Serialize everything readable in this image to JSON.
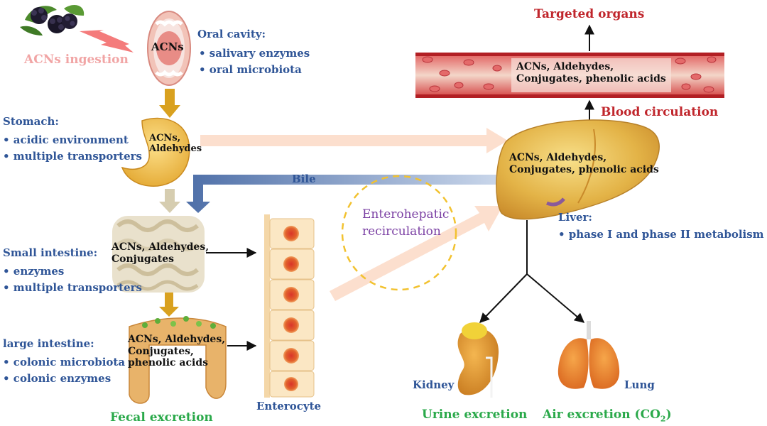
{
  "ingestion": {
    "label": "ACNs ingestion"
  },
  "oral": {
    "mouth_label": "ACNs",
    "title": "Oral cavity:",
    "items": [
      "• salivary enzymes",
      "• oral microbiota"
    ]
  },
  "stomach": {
    "title": "Stomach:",
    "items": [
      "• acidic environment",
      "• multiple transporters"
    ],
    "content": [
      "ACNs,",
      "Aldehydes"
    ]
  },
  "bile": {
    "label": "Bile"
  },
  "small_intestine": {
    "title": "Small intestine:",
    "items": [
      "• enzymes",
      "• multiple transporters"
    ],
    "content": [
      "ACNs, Aldehydes,",
      "Conjugates"
    ]
  },
  "large_intestine": {
    "title": "large intestine:",
    "items": [
      "• colonic microbiota",
      "• colonic enzymes"
    ],
    "content": [
      "ACNs, Aldehydes,",
      "Conjugates,",
      "phenolic acids"
    ]
  },
  "fecal": {
    "label": "Fecal excretion"
  },
  "enterocyte": {
    "label": "Enterocyte"
  },
  "enterohepatic": {
    "line1": "Enterohepatic",
    "line2": "recirculation"
  },
  "liver": {
    "content": [
      "ACNs, Aldehydes,",
      "Conjugates, phenolic acids"
    ],
    "title": "Liver:",
    "items": [
      "• phase I and phase II metabolism"
    ]
  },
  "blood": {
    "content": [
      "ACNs, Aldehydes,",
      "Conjugates, phenolic acids"
    ],
    "label": "Blood circulation"
  },
  "targeted": {
    "label": "Targeted organs"
  },
  "kidney": {
    "label": "Kidney"
  },
  "lung": {
    "label": "Lung"
  },
  "urine": {
    "label": "Urine excretion"
  },
  "air": {
    "label": "Air excretion (CO",
    "sub": "2",
    "close": ")"
  },
  "colors": {
    "title_blue": "#2f5597",
    "red": "#c0262c",
    "green": "#2aa94a",
    "pink": "#f1a5a5",
    "purple": "#7a3fa3"
  }
}
